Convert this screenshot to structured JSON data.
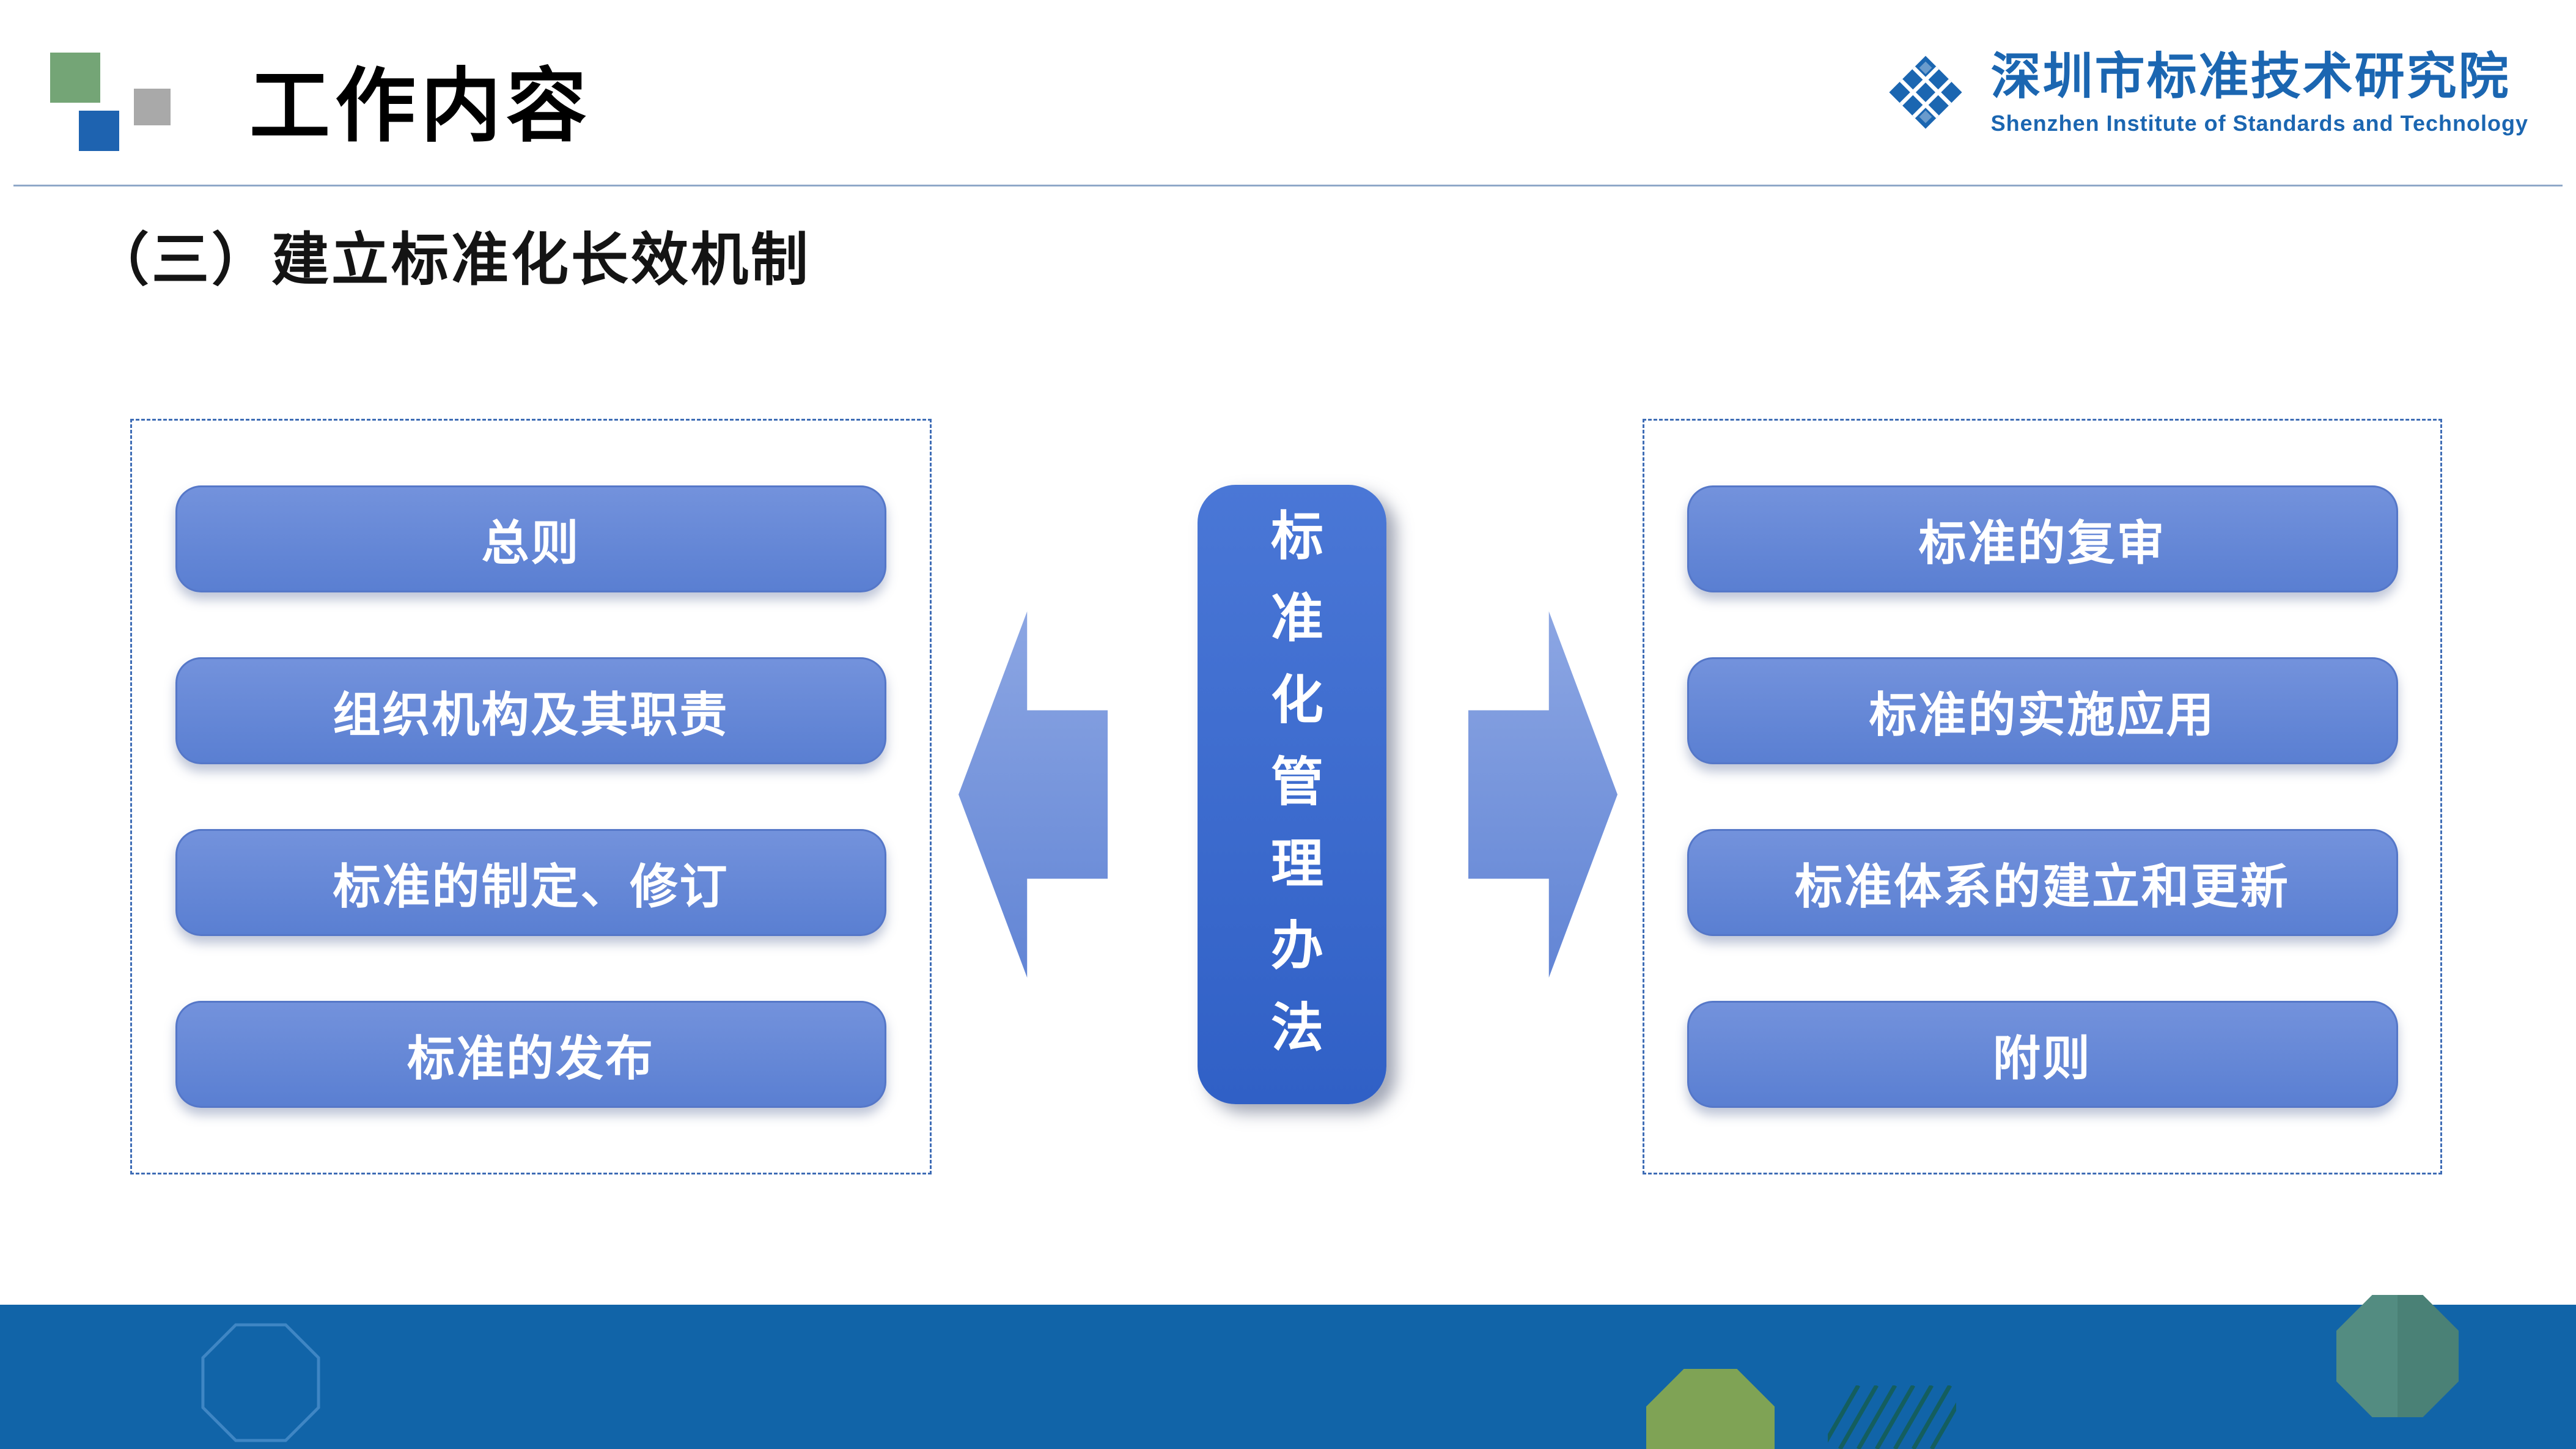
{
  "slide": {
    "title": "工作内容",
    "subtitle": "（三）建立标准化长效机制"
  },
  "logo": {
    "icon": "institute-diamond-logo",
    "name_zh": "深圳市标准技术研究院",
    "name_en": "Shenzhen Institute of Standards and Technology"
  },
  "diagram": {
    "center_label": "标准化管理办法",
    "left_items": [
      "总则",
      "组织机构及其职责",
      "标准的制定、修订",
      "标准的发布"
    ],
    "right_items": [
      "标准的复审",
      "标准的实施应用",
      "标准体系的建立和更新",
      "附则"
    ]
  },
  "colors": {
    "accent_blue": "#2E75B6",
    "logo_blue": "#1B66B1",
    "button_blue": "#6287D8",
    "center_blue": "#3463C8",
    "dashed_border": "#3E6CB5",
    "footer_blue": "#1164A8",
    "deco_green": "#74A576",
    "deco_gray": "#A9A9A9",
    "deco_olive": "#7FA355",
    "deco_teal": "#538C81",
    "deco_hatch": "#155E52"
  }
}
